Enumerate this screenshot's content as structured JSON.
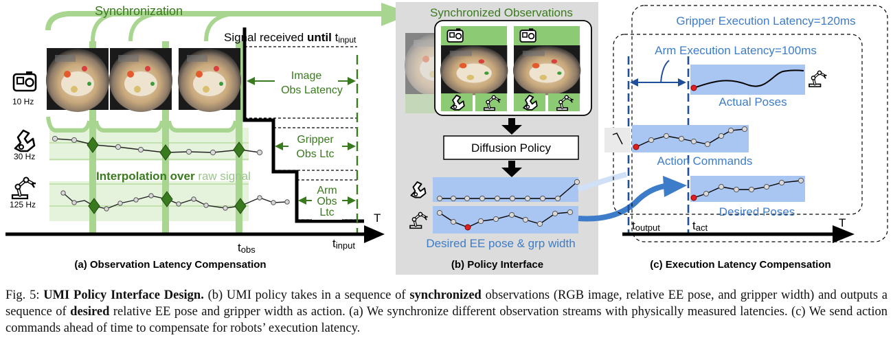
{
  "panel_a": {
    "synchronization": "Synchronization",
    "signal_received_pre": "Signal received ",
    "signal_received_bold": "until",
    "signal_received_t": "t",
    "signal_received_sub": "input",
    "image_obs_latency_1": "Image",
    "image_obs_latency_2": "Obs Latency",
    "gripper_obs_1": "Gripper",
    "gripper_obs_2": "Obs Ltc",
    "arm_obs_1": "Arm",
    "arm_obs_2": "Obs",
    "arm_obs_3": "Ltc",
    "interp_1": "Interpolation",
    "interp_2": " over ",
    "interp_3": "raw signal",
    "hz_camera": "10 Hz",
    "hz_gripper": "30 Hz",
    "hz_arm": "125 Hz",
    "t_obs_t": "t",
    "t_obs_sub": "obs",
    "t_input_t": "t",
    "t_input_sub": "input",
    "axis_T": "T",
    "title": "(a) Observation Latency Compensation"
  },
  "panel_b": {
    "sync_obs": "Synchronized Observations",
    "diffusion_policy": "Diffusion Policy",
    "desired_ee": "Desired EE pose & grp width",
    "title": "(b) Policy Interface"
  },
  "panel_c": {
    "gripper_latency": "Gripper Execution Latency=120ms",
    "arm_latency": "Arm Execution Latency=100ms",
    "actual_poses": "Actual Poses",
    "action_commands": "Action Commands",
    "desired_poses": "Desired Poses",
    "t_output_t": "t",
    "t_output_sub": "output",
    "t_act_t": "t",
    "t_act_sub": "act",
    "axis_T": "T",
    "title": "(c) Execution Latency Compensation"
  },
  "caption": {
    "fig": "Fig. 5: ",
    "title": "UMI Policy Interface Design.",
    "s1": " (b) UMI policy takes in a sequence of ",
    "b1": "synchronized",
    "s2": " observations (RGB image, relative EE pose, and gripper width) and outputs a sequence of ",
    "b2": "desired",
    "s3": " relative EE pose and gripper width as action. (a) We synchronize different observation streams with physically measured latencies. (c) We send action commands ahead of time to compensate for robots’ execution latency."
  },
  "colors": {
    "green_dark": "#3a7a1e",
    "green_light": "#a8d58f",
    "green_pale": "#e6f3dc",
    "blue_text": "#3d7cc9",
    "blue_box": "#a9c6f2",
    "blue_dark": "#1f4f9a",
    "gray_panel": "#dcdcdc"
  }
}
